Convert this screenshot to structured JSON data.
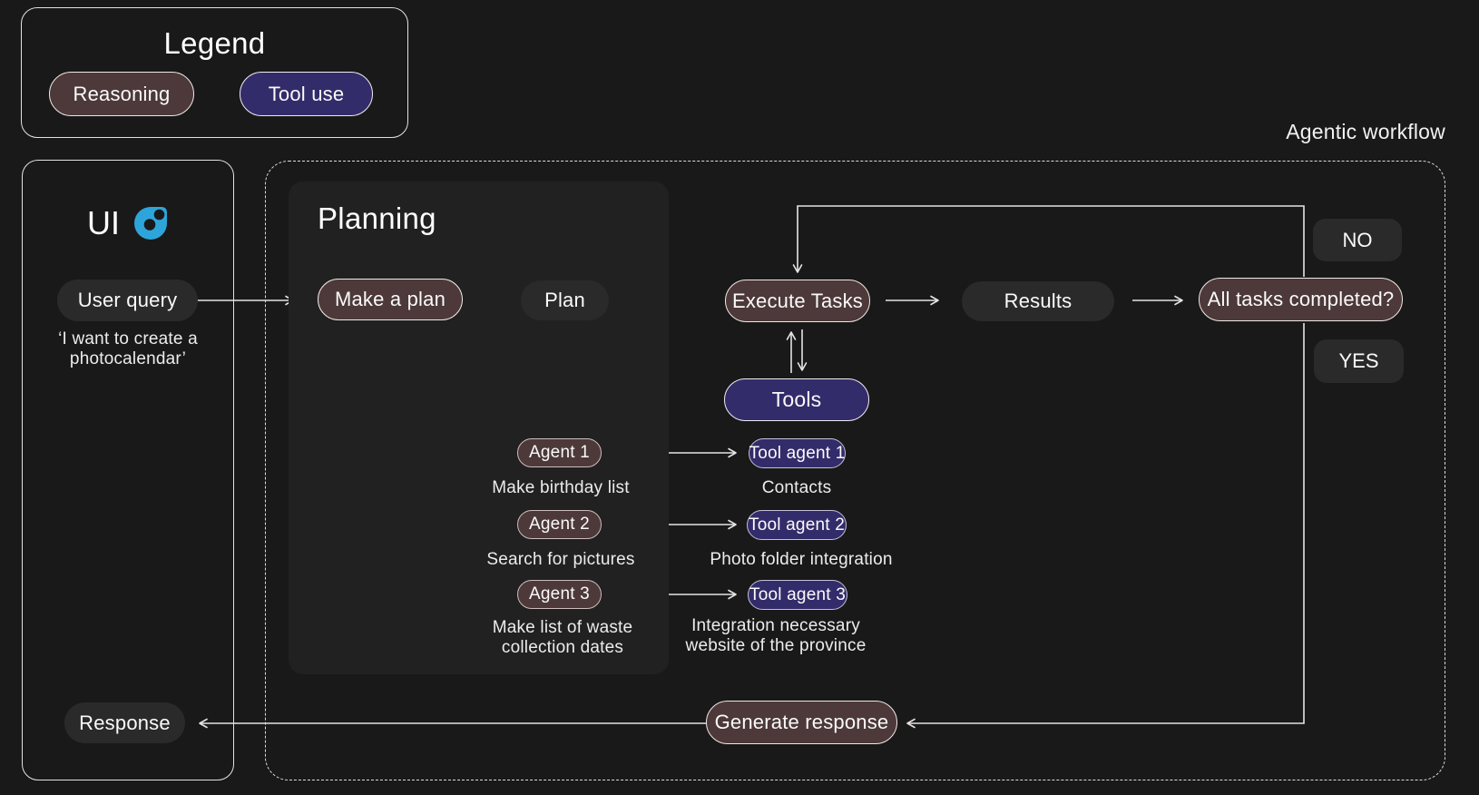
{
  "legend": {
    "title": "Legend",
    "reasoning_label": "Reasoning",
    "tool_use_label": "Tool use"
  },
  "workflow": {
    "label": "Agentic workflow",
    "planning_title": "Planning",
    "nodes": {
      "make_a_plan": "Make a plan",
      "plan": "Plan",
      "execute_tasks": "Execute Tasks",
      "results": "Results",
      "all_tasks_completed": "All tasks completed?",
      "no": "NO",
      "yes": "YES",
      "tools": "Tools",
      "generate_response": "Generate response"
    }
  },
  "ui_panel": {
    "title": "UI",
    "user_query_label": "User query",
    "user_query_caption": "‘I want to create a\nphotocalendar’",
    "response_label": "Response"
  },
  "agents": [
    {
      "label": "Agent 1",
      "caption": "Make birthday list"
    },
    {
      "label": "Agent 2",
      "caption": "Search for pictures"
    },
    {
      "label": "Agent 3",
      "caption": "Make list of waste\ncollection dates"
    }
  ],
  "tool_agents": [
    {
      "label": "Tool agent 1",
      "caption": "Contacts"
    },
    {
      "label": "Tool agent 2",
      "caption": "Photo folder integration"
    },
    {
      "label": "Tool agent 3",
      "caption": "Integration necessary\nwebsite of the province"
    }
  ],
  "colors": {
    "reasoning": "#4d3939",
    "tool_use": "#332c6a",
    "neutral_pill": "#2a2a2a",
    "planning_panel": "#212121",
    "line": "#e6e4e2",
    "icon_blue": "#2ea5da"
  }
}
